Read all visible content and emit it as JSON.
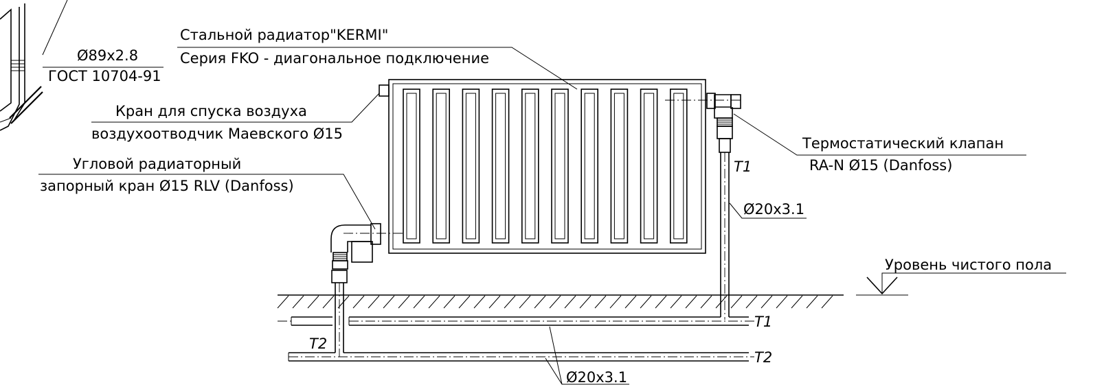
{
  "labels": {
    "pipe_main_size": "Ø89x2.8",
    "pipe_main_standard": "ГОСТ 10704-91",
    "radiator_title": "Стальной радиатор\"KERMI\"",
    "radiator_series": "Серия FKO - диагональное подключение",
    "air_valve_title": "Кран для спуска воздуха",
    "air_valve_desc": "воздухоотводчик Маевского Ø15",
    "angle_valve_title": "Угловой радиаторный",
    "angle_valve_desc": "запорный кран Ø15 RLV (Danfoss)",
    "thermo_valve_title": "Термостатический клапан",
    "thermo_valve_desc": "RA-N Ø15 (Danfoss)",
    "riser_t1": "T1",
    "riser_pipe_size": "Ø20x3.1",
    "floor_level": "Уровень чистого пола",
    "line_t1": "T1",
    "line_t2": "T2",
    "riser_t2": "T2",
    "bottom_pipe_size": "Ø20x3.1"
  },
  "radiator": {
    "sections": 10
  }
}
